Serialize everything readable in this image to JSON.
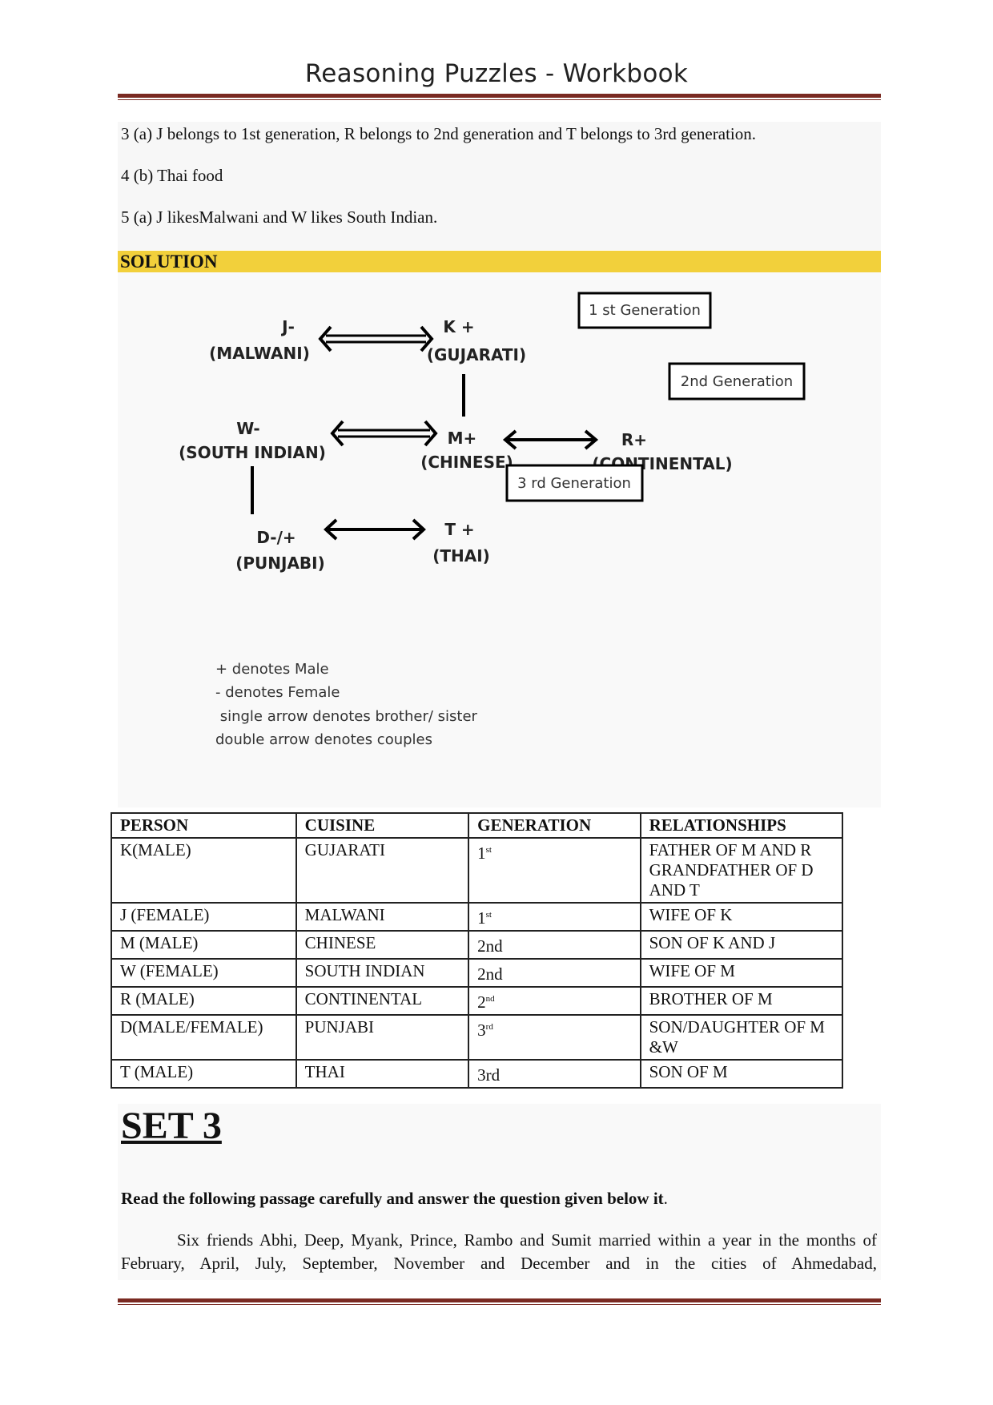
{
  "header": {
    "title": "Reasoning Puzzles - Workbook"
  },
  "answers": [
    "3 (a) J belongs to 1st generation, R belongs to 2nd generation and T belongs to 3rd generation.",
    "4 (b) Thai food",
    "5 (a) J likesMalwani and W likes South Indian."
  ],
  "solution_label": "SOLUTION",
  "diagram": {
    "nodes": {
      "j": {
        "name": "J-",
        "cuisine": "(MALWANI)"
      },
      "k": {
        "name": "K +",
        "cuisine": "(GUJARATI)"
      },
      "w": {
        "name": "W-",
        "cuisine": "(SOUTH INDIAN)"
      },
      "m": {
        "name": "M+",
        "cuisine": "(CHINESE)"
      },
      "r": {
        "name": "R+",
        "cuisine": "(CONTINENTAL)"
      },
      "d": {
        "name": "D-/+",
        "cuisine": "(PUNJABI)"
      },
      "t": {
        "name": "T +",
        "cuisine": "(THAI)"
      }
    },
    "generations": [
      "1 st Generation",
      "2nd Generation",
      "3 rd Generation"
    ],
    "legend": [
      "+ denotes Male",
      "- denotes Female",
      " single arrow denotes brother/ sister",
      "double arrow denotes couples"
    ]
  },
  "table": {
    "headers": [
      "PERSON",
      "CUISINE",
      "GENERATION",
      "RELATIONSHIPS"
    ],
    "rows": [
      {
        "person": "K(MALE)",
        "cuisine": "GUJARATI",
        "gen_num": "1",
        "gen_sup": "st",
        "relation": "FATHER OF M AND R GRANDFATHER OF D AND T"
      },
      {
        "person": "J (FEMALE)",
        "cuisine": "MALWANI",
        "gen_num": "1",
        "gen_sup": "st",
        "relation": "WIFE OF K"
      },
      {
        "person": "M (MALE)",
        "cuisine": "CHINESE",
        "gen_num": "2nd",
        "gen_sup": "",
        "relation": "SON OF K AND J"
      },
      {
        "person": "W (FEMALE)",
        "cuisine": "SOUTH INDIAN",
        "gen_num": "2nd",
        "gen_sup": "",
        "relation": "WIFE OF M"
      },
      {
        "person": "R (MALE)",
        "cuisine": "CONTINENTAL",
        "gen_num": "2",
        "gen_sup": "nd",
        "relation": "BROTHER OF M"
      },
      {
        "person": "D(MALE/FEMALE)",
        "cuisine": "PUNJABI",
        "gen_num": "3",
        "gen_sup": "rd",
        "relation": "SON/DAUGHTER OF M &W"
      },
      {
        "person": "T (MALE)",
        "cuisine": "THAI",
        "gen_num": "3rd",
        "gen_sup": "",
        "relation": "SON OF M"
      }
    ]
  },
  "set": {
    "title": "SET 3",
    "instruction_bold": "Read the following passage carefully and answer the question given below it",
    "instruction_end": ".",
    "passage": "Six friends Abhi, Deep, Myank, Prince, Rambo and Sumit married within a year in the months of February, April, July, September, November and December and in the cities of Ahmedabad,"
  }
}
